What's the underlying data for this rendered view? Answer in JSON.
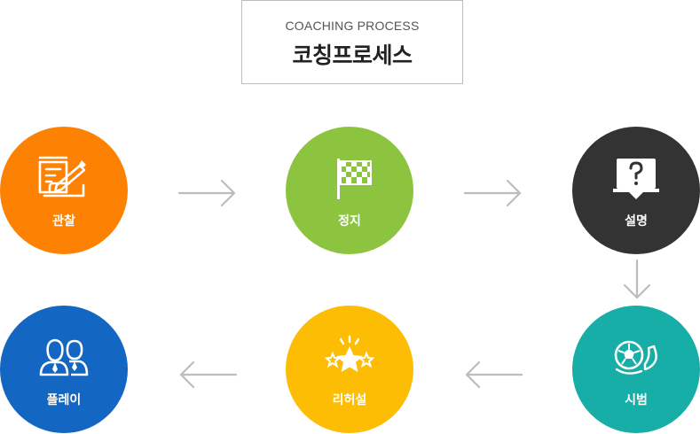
{
  "header": {
    "subtitle": "COACHING PROCESS",
    "title": "코칭프로세스"
  },
  "steps": [
    {
      "label": "관찰",
      "color": "#fd8204",
      "icon": "observation-notepad-icon"
    },
    {
      "label": "정지",
      "color": "#8cc43f",
      "icon": "checkered-flag-icon"
    },
    {
      "label": "설명",
      "color": "#333333",
      "icon": "question-board-icon"
    },
    {
      "label": "시범",
      "color": "#16aea6",
      "icon": "soccer-ball-kick-icon"
    },
    {
      "label": "리허설",
      "color": "#fcbd04",
      "icon": "sparkling-star-icon"
    },
    {
      "label": "플레이",
      "color": "#1366c2",
      "icon": "players-group-icon"
    }
  ],
  "colors": {
    "arrow": "#bdbdbd",
    "title_border": "#bdbdbd"
  }
}
